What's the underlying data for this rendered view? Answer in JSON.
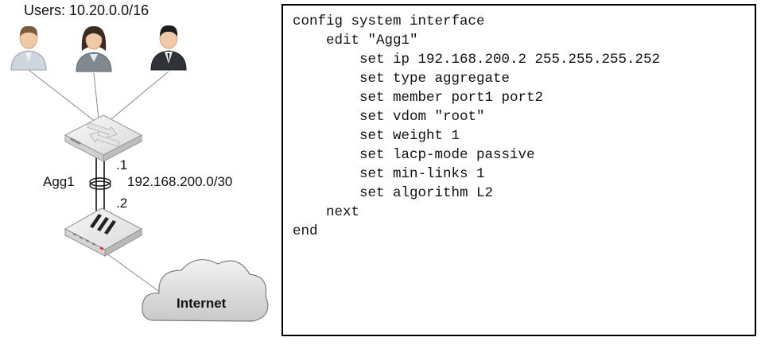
{
  "diagram": {
    "users_label": "Users: 10.20.0.0/16",
    "agg_label": "Agg1",
    "subnet_label": "192.168.200.0/30",
    "switch_side_label": ".1",
    "firewall_side_label": ".2",
    "internet_label": "Internet",
    "nodes": [
      "user-icon",
      "user-icon",
      "user-icon",
      "switch-icon",
      "firewall-icon",
      "cloud-icon"
    ]
  },
  "config": {
    "lines": [
      {
        "indent": 0,
        "text": "config system interface"
      },
      {
        "indent": 1,
        "text": "edit \"Agg1\""
      },
      {
        "indent": 2,
        "text": "set ip 192.168.200.2 255.255.255.252"
      },
      {
        "indent": 2,
        "text": "set type aggregate"
      },
      {
        "indent": 2,
        "text": "set member port1 port2"
      },
      {
        "indent": 2,
        "text": "set vdom \"root\""
      },
      {
        "indent": 2,
        "text": "set weight 1"
      },
      {
        "indent": 2,
        "text": "set lacp-mode passive"
      },
      {
        "indent": 2,
        "text": "set min-links 1"
      },
      {
        "indent": 2,
        "text": "set algorithm L2"
      },
      {
        "indent": 1,
        "text": "next"
      },
      {
        "indent": 0,
        "text": "end"
      }
    ]
  }
}
